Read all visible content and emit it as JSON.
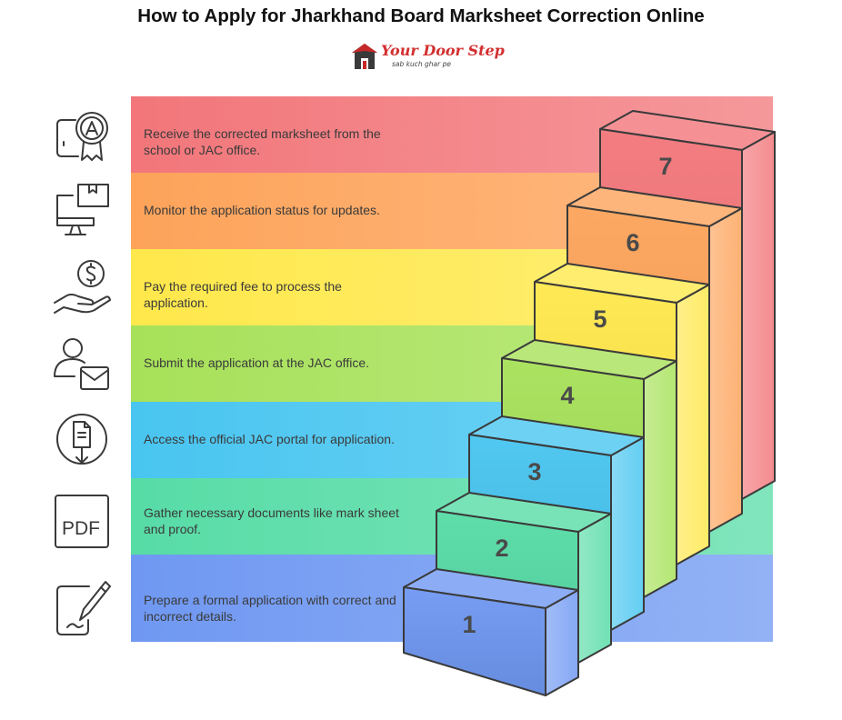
{
  "title": "How to Apply for Jharkhand Board Marksheet Correction Online",
  "logo": {
    "name": "Your Door Step",
    "tagline": "sab kuch ghar pe",
    "icon": "house-icon"
  },
  "steps": [
    {
      "number": "1",
      "text": "Prepare a formal application with correct and incorrect details.",
      "icon": "document-pen-icon",
      "color": "#6f98f2"
    },
    {
      "number": "2",
      "text": "Gather necessary documents like mark sheet and proof.",
      "icon": "pdf-file-icon",
      "color": "#57dca6"
    },
    {
      "number": "3",
      "text": "Access the official JAC portal for application.",
      "icon": "document-download-icon",
      "color": "#48c5f0"
    },
    {
      "number": "4",
      "text": "Submit the application at the JAC office.",
      "icon": "user-mail-icon",
      "color": "#a7e159"
    },
    {
      "number": "5",
      "text": "Pay the required fee to process the application.",
      "icon": "hand-dollar-icon",
      "color": "#ffe84b"
    },
    {
      "number": "6",
      "text": "Monitor the application status for updates.",
      "icon": "monitor-box-icon",
      "color": "#fda35a"
    },
    {
      "number": "7",
      "text": "Receive the corrected marksheet from the school or JAC office.",
      "icon": "certificate-icon",
      "color": "#f2767a"
    }
  ]
}
